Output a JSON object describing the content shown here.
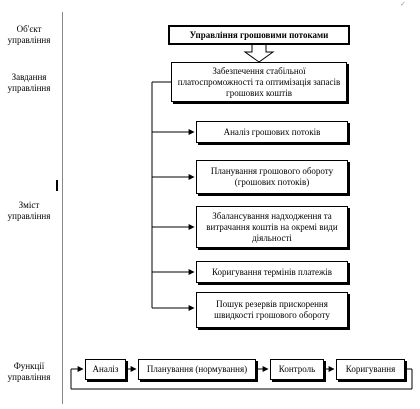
{
  "labels": {
    "object": "Об'єкт управління",
    "tasks": "Завдання управління",
    "content": "Зміст управління",
    "functions": "Функції управління"
  },
  "title": "Управління грошовими потоками",
  "task": "Забезпечення стабільної платоспроможності та оптимізація запасів грошових коштів",
  "content_items": [
    "Аналіз грошових потоків",
    "Планування грошового обороту (грошових потоків)",
    "Збалансування надходження та витрачання коштів на окремі види діяльності",
    "Коригування термінів платежів",
    "Пошук резервів прискорення швидкості грошового обороту"
  ],
  "functions": [
    "Аналіз",
    "Планування (нормування)",
    "Контроль",
    "Коригування"
  ]
}
